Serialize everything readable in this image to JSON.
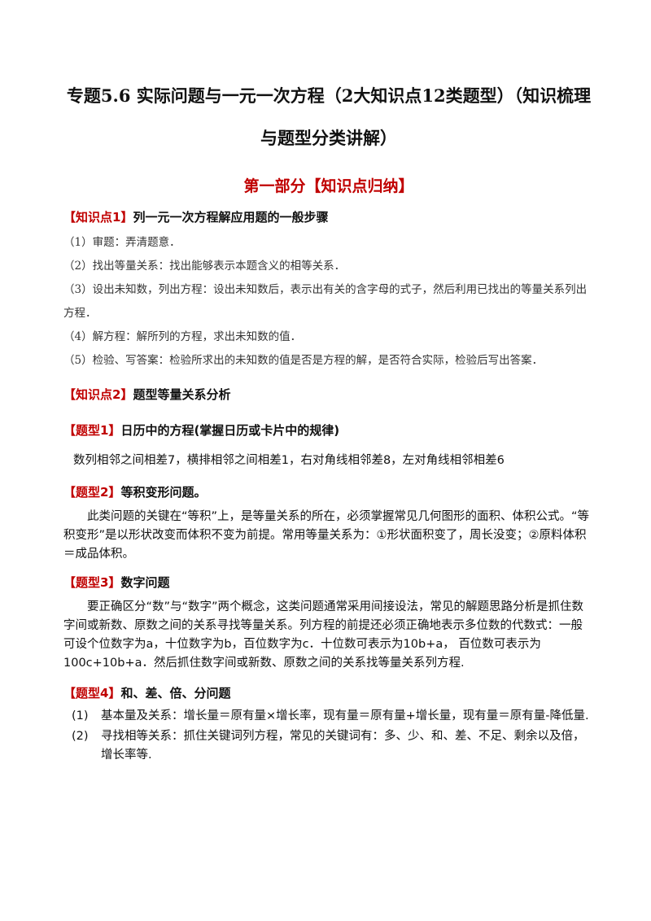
{
  "document": {
    "title": "专题5.6 实际问题与一元一次方程（2大知识点12类题型）（知识梳理与题型分类讲解）",
    "part_title": "第一部分【知识点归纳】"
  },
  "kp1": {
    "label": "【知识点1】",
    "title": "列一元一次方程解应用题的一般步骤",
    "steps": [
      "（1）审题：弄清题意．",
      "（2）找出等量关系：找出能够表示本题含义的相等关系．",
      "（3）设出未知数，列出方程：设出未知数后，表示出有关的含字母的式子，然后利用已找出的等量关系列出方程．",
      "（4）解方程：解所列的方程，求出未知数的值．",
      "（5）检验、写答案：检验所求出的未知数的值是否是方程的解，是否符合实际，检验后写出答案．"
    ]
  },
  "kp2": {
    "label": "【知识点2】",
    "title": "题型等量关系分析"
  },
  "type1": {
    "label": "【题型1】",
    "title": "日历中的方程(掌握日历或卡片中的规律)",
    "text": "数列相邻之间相差7，横排相邻之间相差1，右对角线相邻差8，左对角线相邻相差6"
  },
  "type2": {
    "label": "【题型2】",
    "title": "等积变形问题。",
    "text": "此类问题的关键在“等积”上，是等量关系的所在，必须掌握常见几何图形的面积、体积公式。“等积变形”是以形状改变而体积不变为前提。常用等量关系为：①形状面积变了，周长没变；②原料体积＝成品体积。"
  },
  "type3": {
    "label": "【题型3】",
    "title": "数字问题",
    "text": "要正确区分“数”与“数字”两个概念，这类问题通常采用间接设法，常见的解题思路分析是抓住数字间或新数、原数之间的关系寻找等量关系。列方程的前提还必须正确地表示多位数的代数式：一般可设个位数字为a，十位数字为b，百位数字为c．十位数可表示为10b+a， 百位数可表示为100c+10b+a．然后抓住数字间或新数、原数之间的关系找等量关系列方程."
  },
  "type4": {
    "label": "【题型4】",
    "title": "和、差、倍、分问题",
    "items": [
      {
        "num": "(1)",
        "text": "基本量及关系：增长量＝原有量×增长率，现有量＝原有量+增长量，现有量＝原有量-降低量."
      },
      {
        "num": "(2)",
        "text": "寻找相等关系：抓住关键词列方程，常见的关键词有：多、少、和、差、不足、剩余以及倍，增长率等."
      }
    ]
  }
}
